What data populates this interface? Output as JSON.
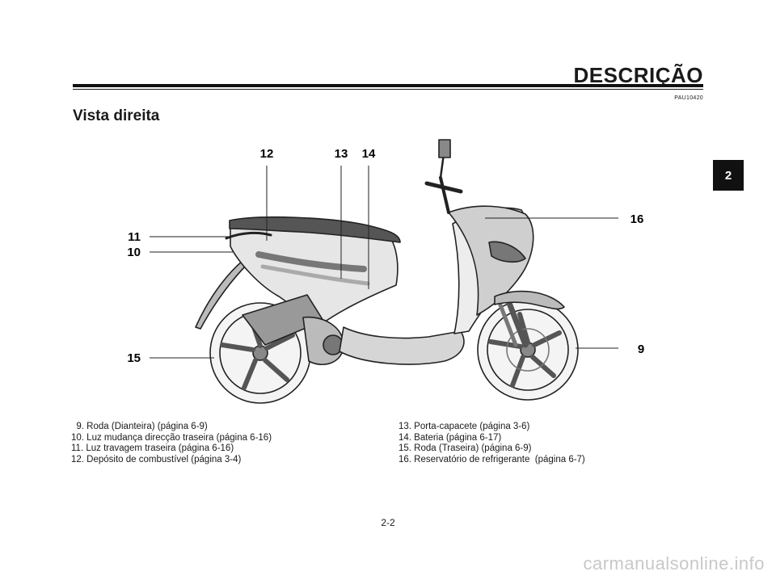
{
  "header": {
    "title": "DESCRIÇÃO",
    "code": "PAU10420"
  },
  "section": {
    "title": "Vista direita"
  },
  "chapter_tab": "2",
  "callouts": {
    "c9": "9",
    "c10": "10",
    "c11": "11",
    "c12": "12",
    "c13": "13",
    "c14": "14",
    "c15": "15",
    "c16": "16"
  },
  "legend": {
    "left": [
      "  9. Roda (Dianteira) (página 6-9)",
      "10. Luz mudança direcção traseira (página 6-16)",
      "11. Luz travagem traseira (página 6-16)",
      "12. Depósito de combustível (página 3-4)"
    ],
    "right": [
      "13. Porta-capacete (página 3-6)",
      "14. Bateria (página 6-17)",
      "15. Roda (Traseira) (página 6-9)",
      "16. Reservatório de refrigerante  (página 6-7)"
    ]
  },
  "page_number": "2-2",
  "watermark": "carmanualsonline.info"
}
